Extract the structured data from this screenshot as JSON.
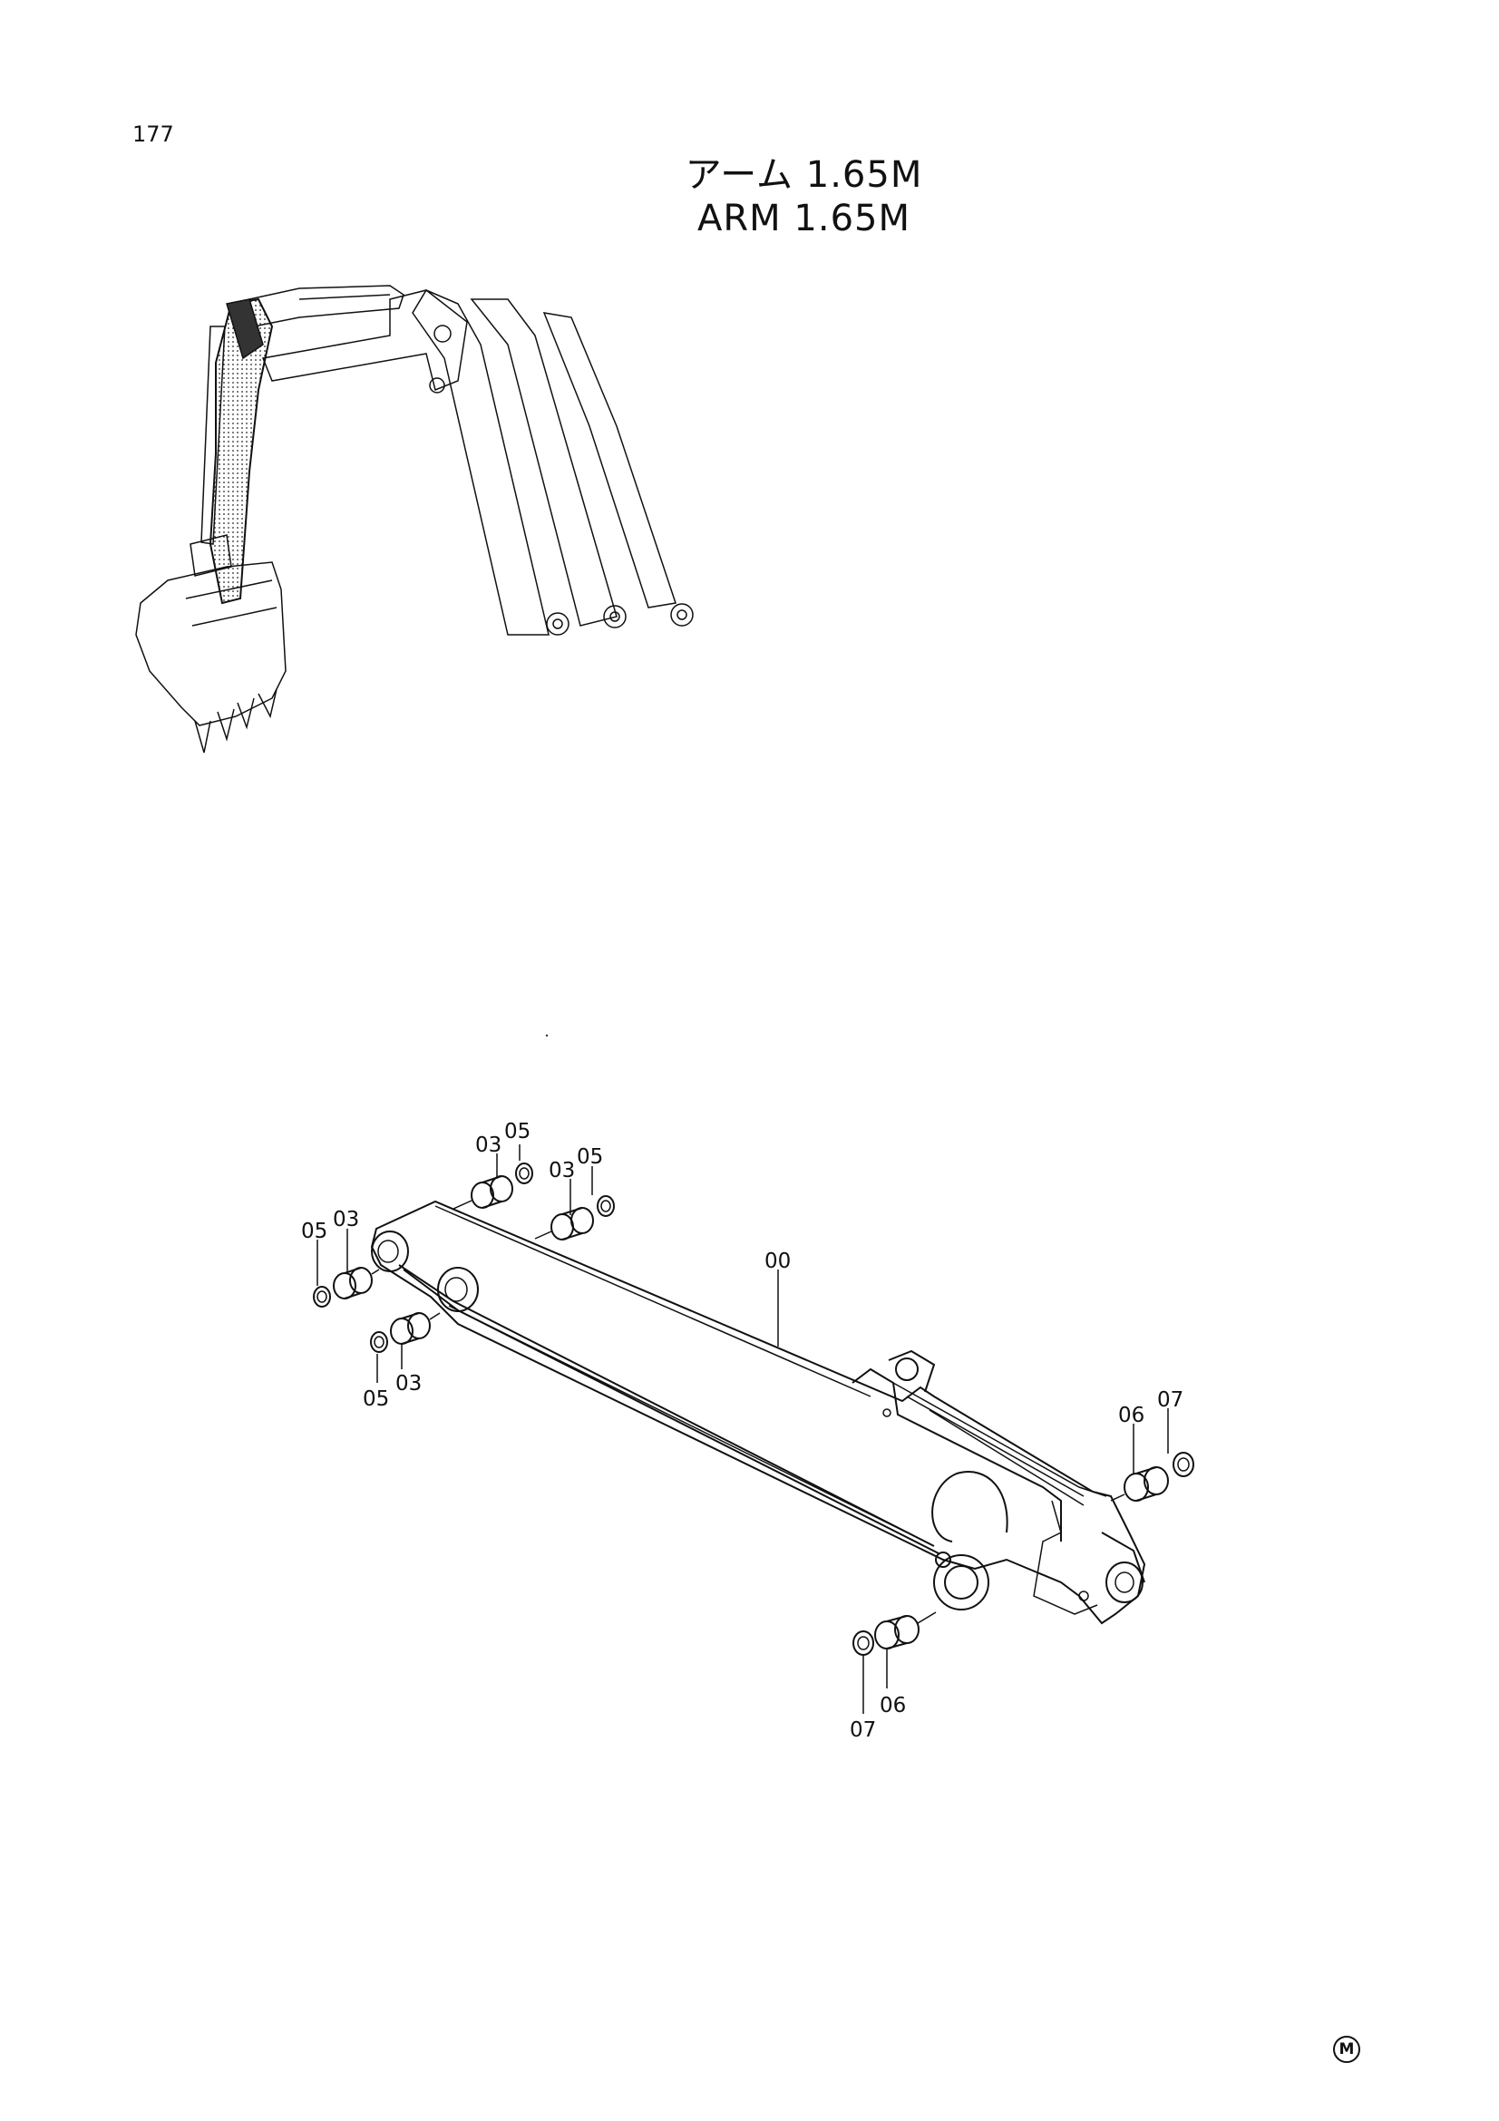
{
  "page": {
    "number": "177"
  },
  "title": {
    "japanese": "アーム 1.65M",
    "english": "ARM 1.65M"
  },
  "callouts": [
    {
      "id": "c1",
      "text": "03"
    },
    {
      "id": "c2",
      "text": "05"
    },
    {
      "id": "c3",
      "text": "03"
    },
    {
      "id": "c4",
      "text": "05"
    },
    {
      "id": "c5",
      "text": "05"
    },
    {
      "id": "c6",
      "text": "03"
    },
    {
      "id": "c7",
      "text": "00"
    },
    {
      "id": "c8",
      "text": "05"
    },
    {
      "id": "c9",
      "text": "03"
    },
    {
      "id": "c10",
      "text": "06"
    },
    {
      "id": "c11",
      "text": "07"
    },
    {
      "id": "c12",
      "text": "07"
    },
    {
      "id": "c13",
      "text": "06"
    }
  ],
  "mark": {
    "text": "M"
  }
}
